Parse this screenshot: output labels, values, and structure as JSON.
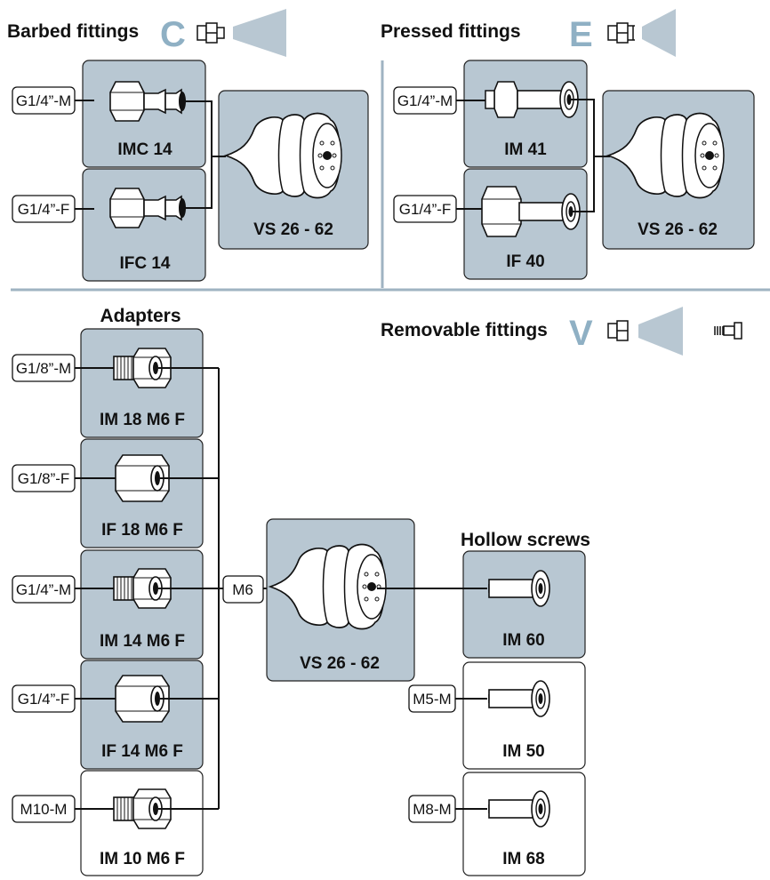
{
  "sections": {
    "barbed": "Barbed fittings",
    "pressed": "Pressed fittings",
    "adapters": "Adapters",
    "removable": "Removable fittings",
    "hollow": "Hollow screws"
  },
  "type_letters": {
    "barbed": "C",
    "pressed": "E",
    "removable": "V"
  },
  "threads": {
    "g14m": "G1/4”-M",
    "g14f": "G1/4”-F",
    "g18m": "G1/8”-M",
    "g18f": "G1/8”-F",
    "m10m": "M10-M",
    "m6": "M6",
    "m5m": "M5-M",
    "m8m": "M8-M"
  },
  "parts": {
    "imc14": "IMC 14",
    "ifc14": "IFC 14",
    "im41": "IM 41",
    "if40": "IF 40",
    "cup": "VS 26 - 62",
    "im18": "IM 18 M6 F",
    "if18": "IF 18 M6 F",
    "im14": "IM 14 M6 F",
    "if14": "IF 14 M6 F",
    "im10": "IM 10 M6 F",
    "im60": "IM 60",
    "im50": "IM 50",
    "im68": "IM 68"
  },
  "colors": {
    "panel_fill": "#b8c7d2",
    "accent": "#8fb0c4",
    "divider": "#9fb3c2",
    "line": "#111111"
  },
  "icons": [
    "fitting-symbol-icon",
    "cup-symbol-icon",
    "screw-symbol-icon"
  ]
}
